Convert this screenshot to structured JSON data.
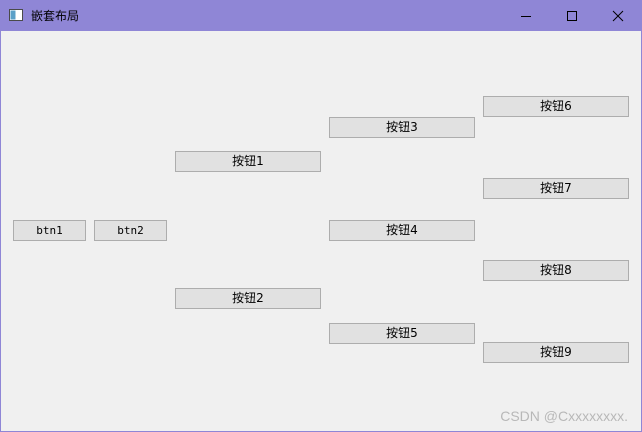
{
  "window": {
    "title": "嵌套布局",
    "controls": {
      "minimize_icon": "minimize-icon",
      "maximize_icon": "maximize-icon",
      "close_icon": "close-icon"
    },
    "titlebar_color": "#8f86d6"
  },
  "buttons": {
    "btn1": "btn1",
    "btn2": "btn2",
    "b1": "按钮1",
    "b2": "按钮2",
    "b3": "按钮3",
    "b4": "按钮4",
    "b5": "按钮5",
    "b6": "按钮6",
    "b7": "按钮7",
    "b8": "按钮8",
    "b9": "按钮9"
  },
  "watermark": "CSDN @Cxxxxxxxx."
}
